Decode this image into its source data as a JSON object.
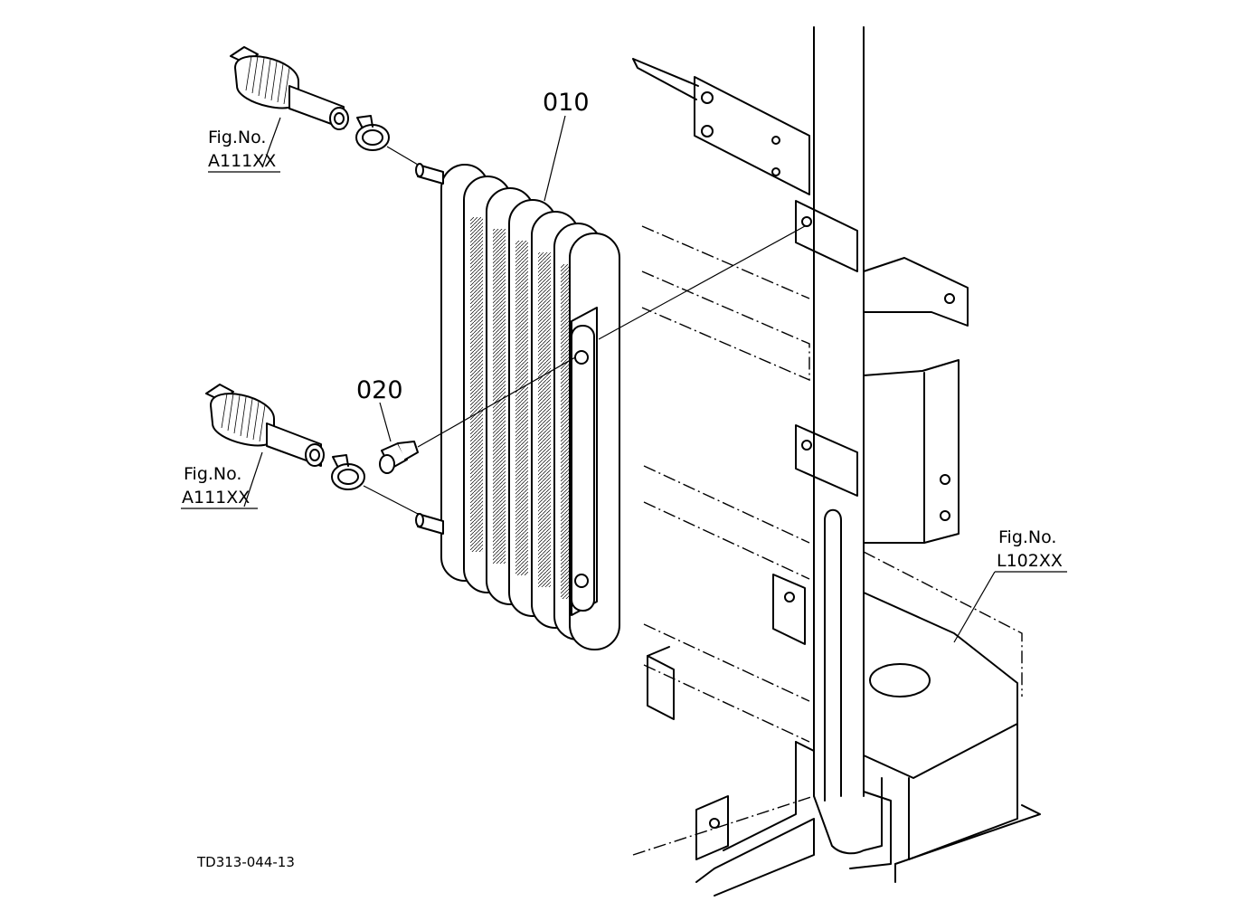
{
  "diagram": {
    "part_labels": {
      "oil_cooler": "010",
      "bolt": "020"
    },
    "references": [
      {
        "prefix": "Fig.No.",
        "code": "A111XX"
      },
      {
        "prefix": "Fig.No.",
        "code": "A111XX"
      },
      {
        "prefix": "Fig.No.",
        "code": "L102XX"
      }
    ],
    "drawing_code": "TD313-044-13"
  }
}
